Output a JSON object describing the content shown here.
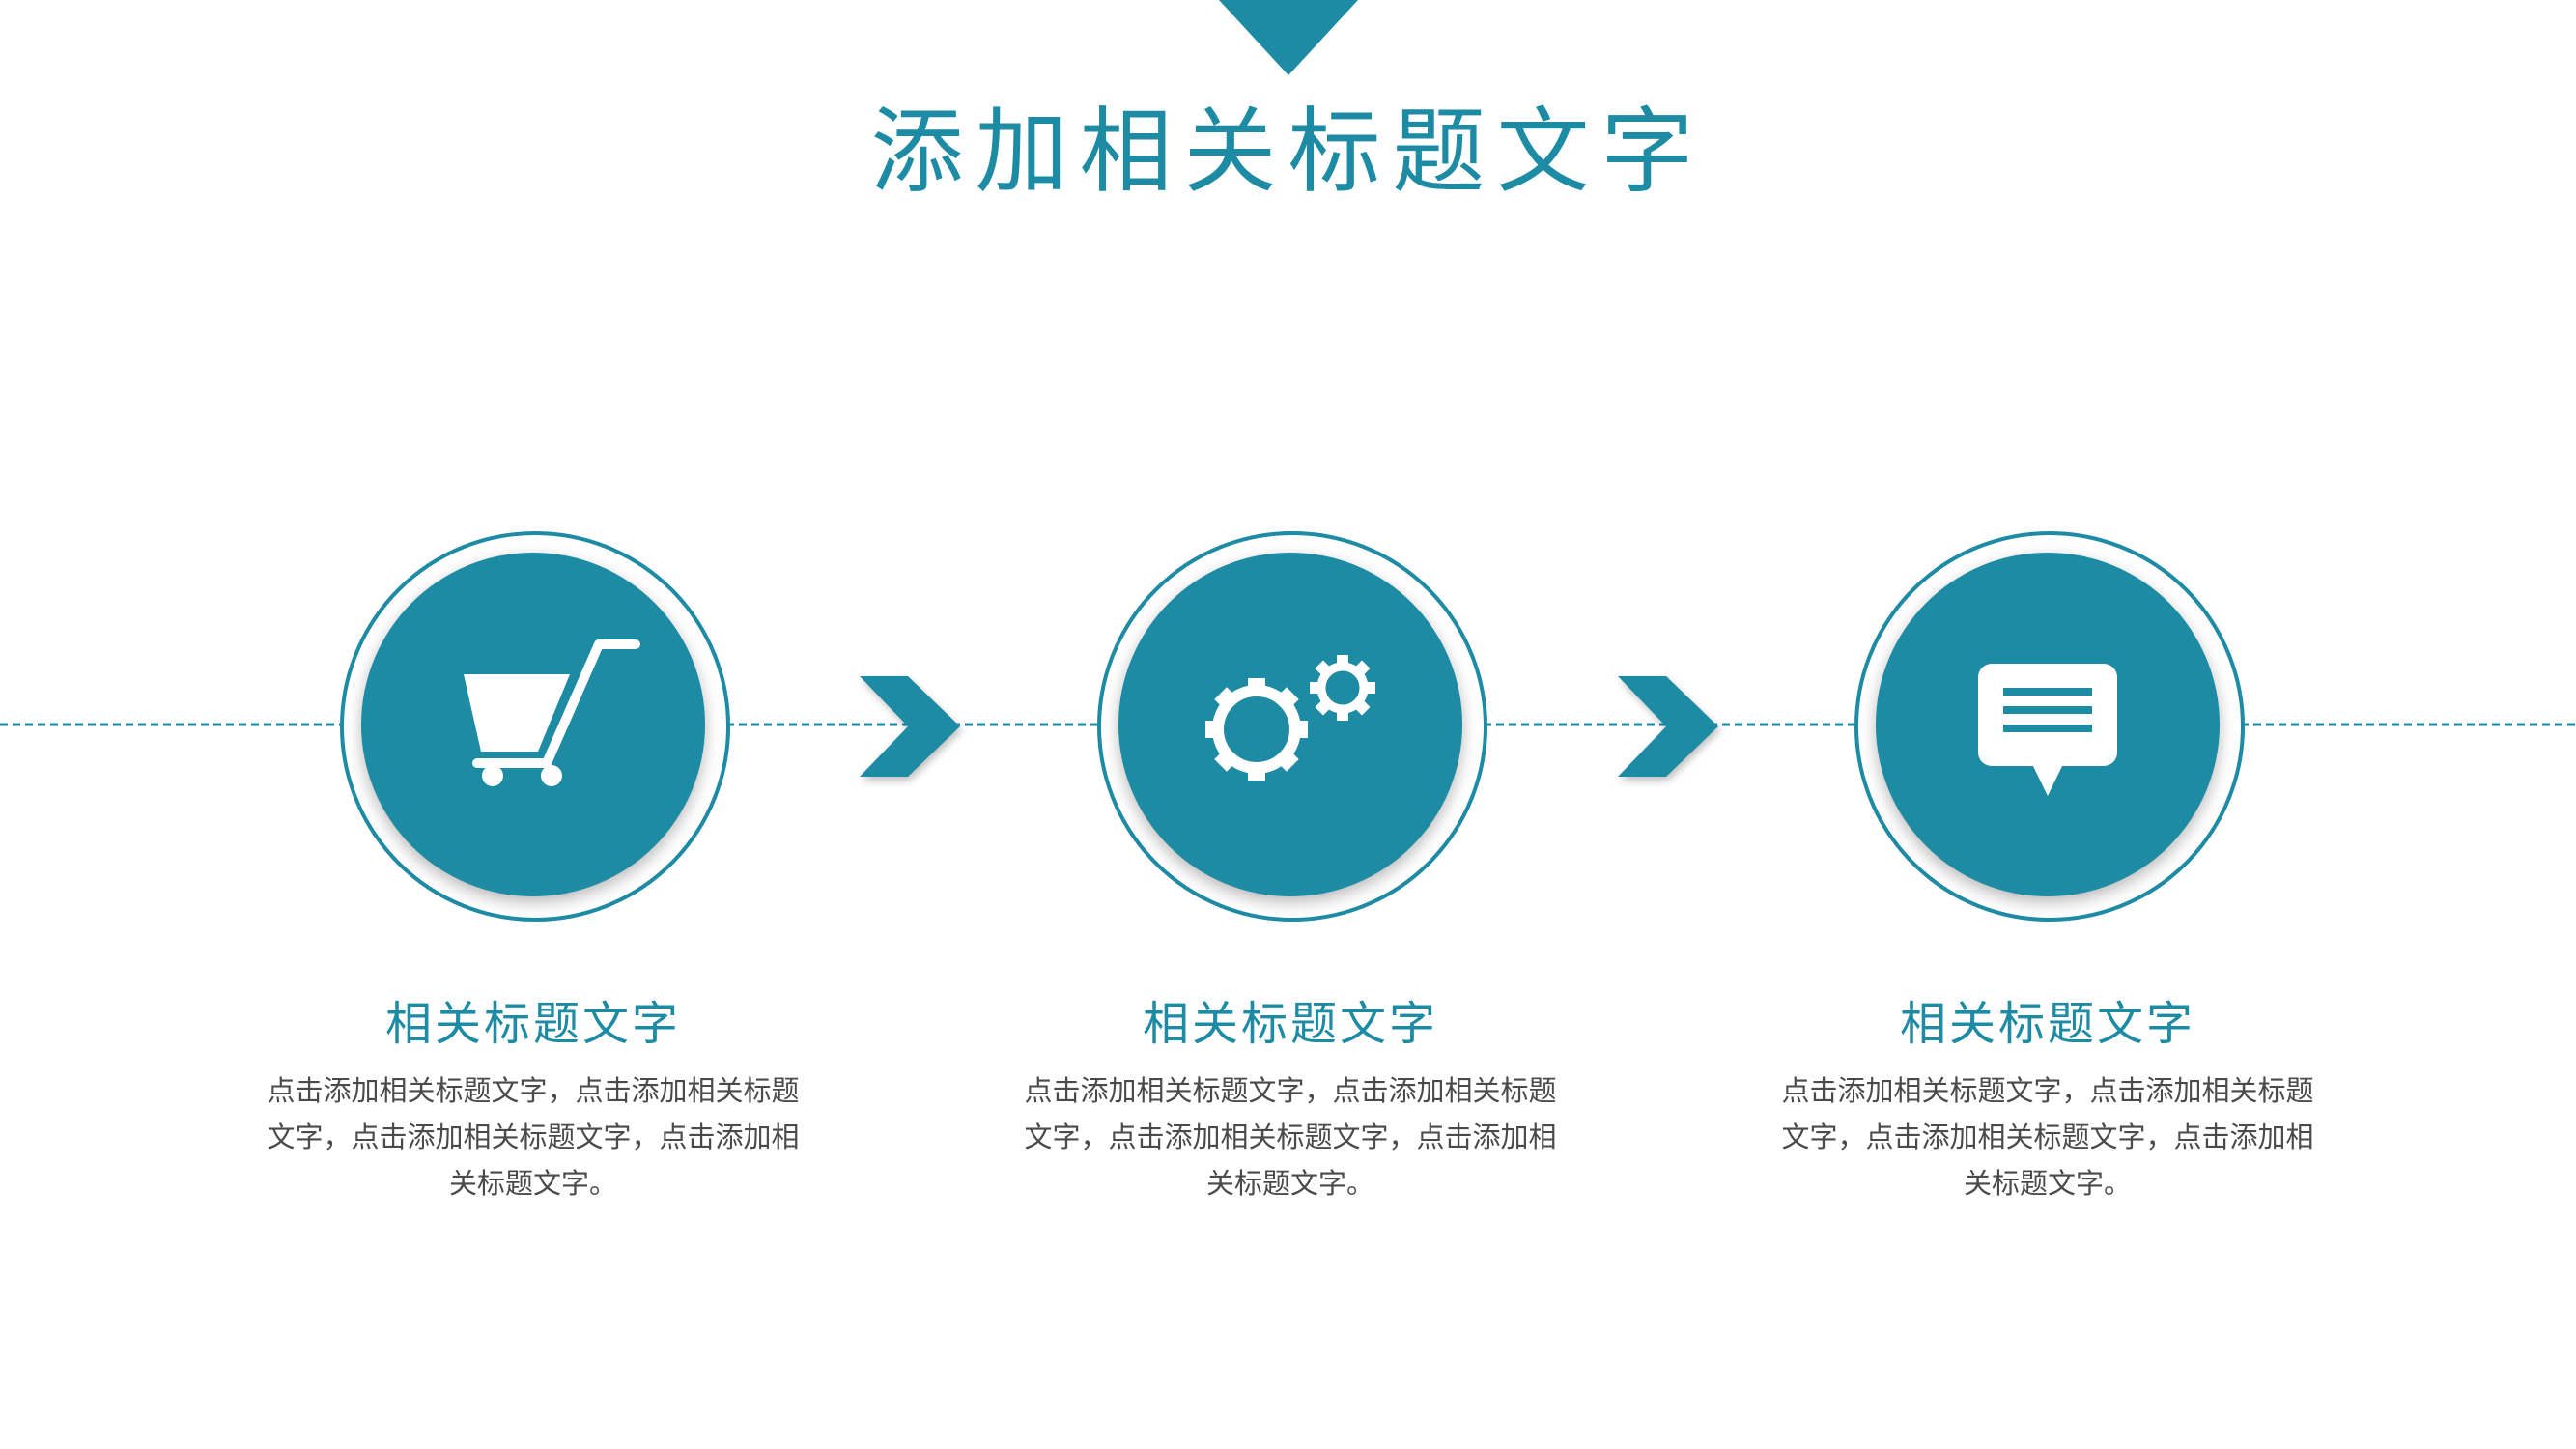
{
  "title": "添加相关标题文字",
  "colors": {
    "accent": "#1d8ba3",
    "text": "#4a4a4a",
    "background": "#ffffff"
  },
  "steps": [
    {
      "icon": "shopping-cart-icon",
      "heading": "相关标题文字",
      "description": "点击添加相关标题文字，点击添加相关标题文字，点击添加相关标题文字，点击添加相关标题文字。"
    },
    {
      "icon": "gears-icon",
      "heading": "相关标题文字",
      "description": "点击添加相关标题文字，点击添加相关标题文字，点击添加相关标题文字，点击添加相关标题文字。"
    },
    {
      "icon": "chat-bubble-icon",
      "heading": "相关标题文字",
      "description": "点击添加相关标题文字，点击添加相关标题文字，点击添加相关标题文字，点击添加相关标题文字。"
    }
  ],
  "connectors": [
    "chevron-right-icon",
    "chevron-right-icon"
  ]
}
